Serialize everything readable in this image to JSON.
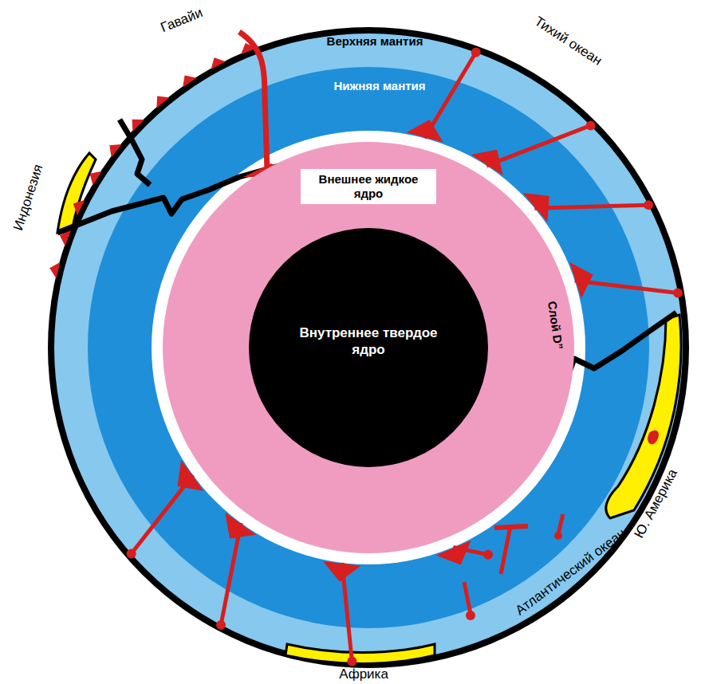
{
  "diagram": {
    "nodes": [
      {
        "text": [
          "Внешнее жидкое ядро"
        ]
      },
      {
        "text": [
          "Внутреннее твердое ядро"
        ],
        "in": 0
      }
    ],
    "labels": [
      "Гавайи",
      "Верхняя мантия",
      "Тихий океан",
      "Нижняя мантия",
      "Индонезия",
      "Слой D”",
      "Ю. Америка",
      "Атлантический океан",
      "Африка"
    ]
  }
}
